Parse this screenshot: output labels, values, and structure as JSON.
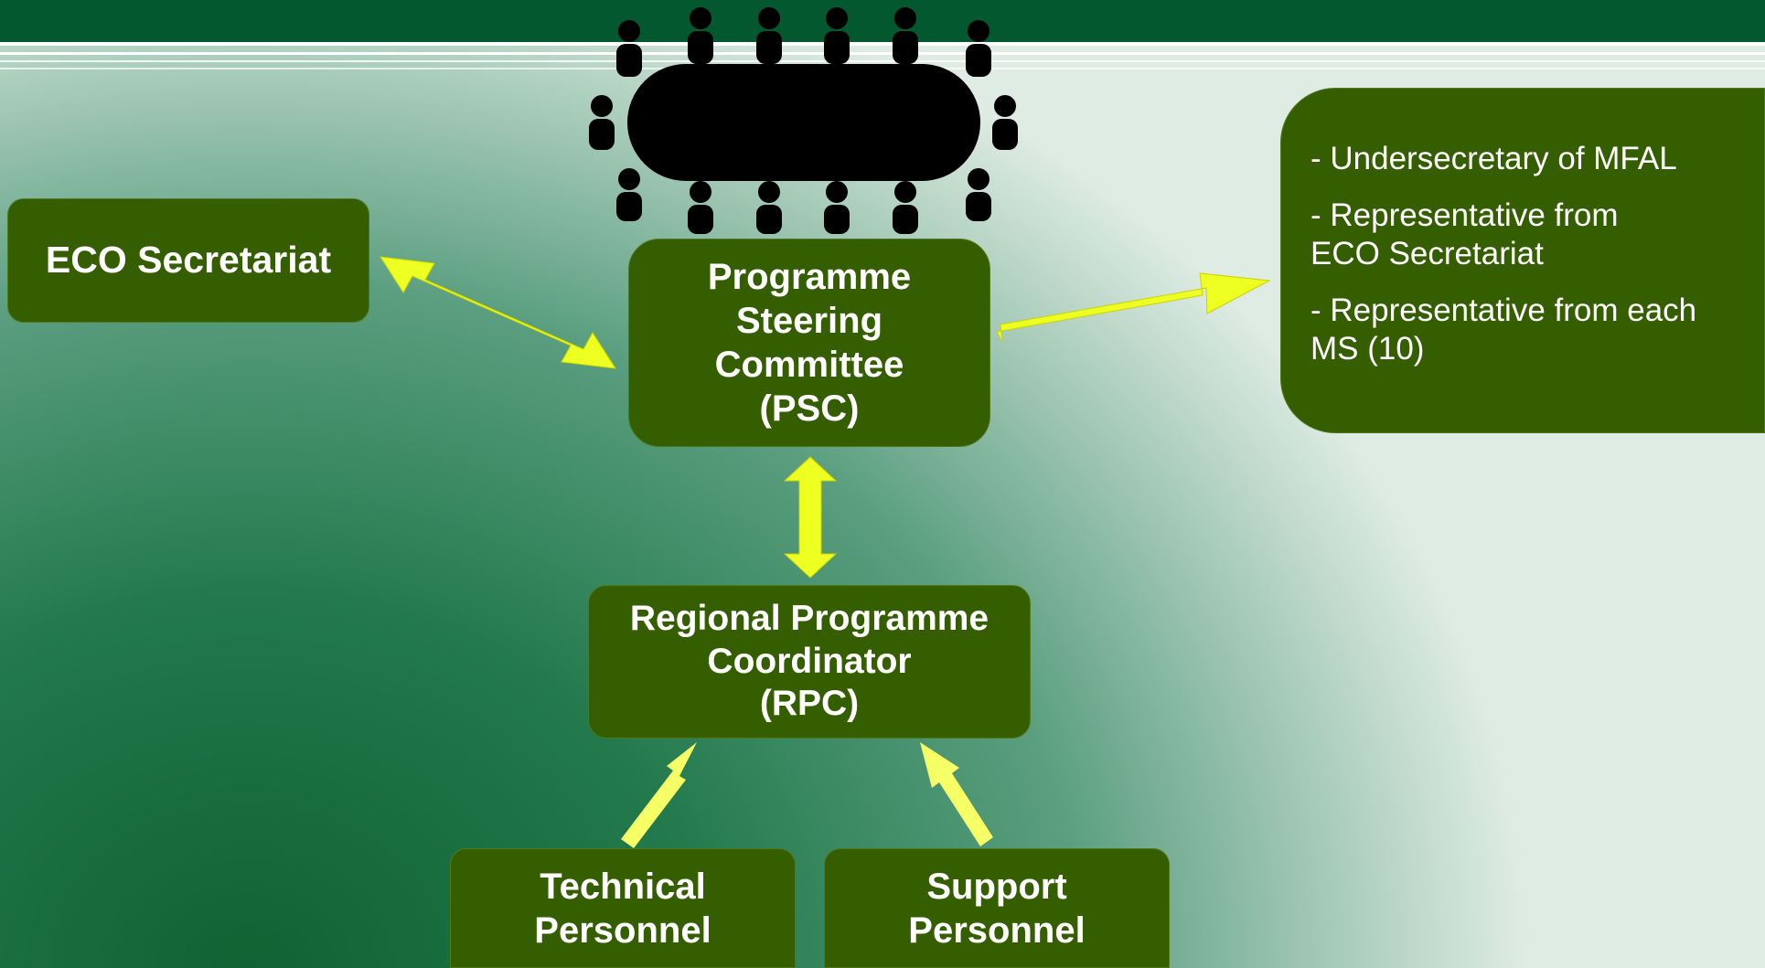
{
  "boxes": {
    "eco_secretariat": "ECO Secretariat",
    "psc": "Programme\nSteering\nCommittee\n(PSC)",
    "rpc": "Regional Programme\nCoordinator\n(RPC)",
    "technical": "Technical\nPersonnel",
    "support": "Support\nPersonnel"
  },
  "members": [
    "- Undersecretary of MFAL",
    "- Representative from\n  ECO Secretariat",
    "- Representative from each\n  MS (10)"
  ],
  "colors": {
    "box_fill": "#355e00",
    "arrow": "#eeff22",
    "arrow_light": "#f6ff66",
    "header": "#03582f"
  }
}
